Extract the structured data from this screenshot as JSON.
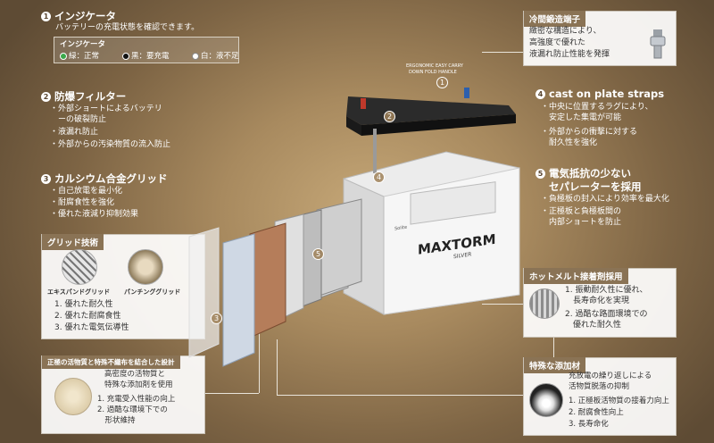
{
  "sections": {
    "s1": {
      "num": "1",
      "title": "インジケータ",
      "desc": "バッテリーの充電状態を確認できます。"
    },
    "s2": {
      "num": "2",
      "title": "防爆フィルター",
      "lines": [
        "・外部ショートによるバッテリ",
        "　ーの破裂防止",
        "・液漏れ防止",
        "・外部からの汚染物質の流入防止"
      ]
    },
    "s3": {
      "num": "3",
      "title": "カルシウム合金グリッド",
      "lines": [
        "・自己放電を最小化",
        "・耐腐食性を強化",
        "・優れた液減り抑制効果"
      ]
    },
    "s4": {
      "num": "4",
      "title": "cast on plate straps",
      "lines": [
        "・中央に位置するラグにより、",
        "　安定した集電が可能",
        "・外部からの衝撃に対する",
        "　耐久性を強化"
      ]
    },
    "s5": {
      "num": "5",
      "title_lines": [
        "電気抵抗の少ない",
        "セパレーターを採用"
      ],
      "lines": [
        "・負極板の封入により効率を最大化",
        "・正極板と負極板間の",
        "　内部ショートを防止"
      ]
    }
  },
  "indicator_legend": {
    "title": "インジケータ",
    "items": [
      {
        "label": "緑：正常",
        "color": "#3aa84a"
      },
      {
        "label": "黒：要充電",
        "color": "#111111"
      },
      {
        "label": "白：液不足",
        "color": "#ffffff"
      }
    ]
  },
  "boxes": {
    "forged": {
      "title": "冷間鍛造端子",
      "lines": [
        "緻密な構造により、",
        "高強度で優れた",
        "液漏れ防止性能を発揮"
      ]
    },
    "grid": {
      "title": "グリッド技術",
      "img1_label": "エキスパンドグリッド",
      "img2_label": "パンチンググリッド",
      "lines": [
        "1. 優れた耐久性",
        "2. 優れた耐腐食性",
        "3. 優れた電気伝導性"
      ]
    },
    "paste": {
      "title": "正極の活物質と特殊不織布を結合した設計",
      "lines": [
        "高密度の活物質と",
        "特殊な添加剤を使用",
        "1. 充電受入性能の向上",
        "2. 過酷な環境下での",
        "　形状維持"
      ]
    },
    "hotmelt": {
      "title": "ホットメルト接着剤採用",
      "lines": [
        "1. 振動耐久性に優れ、",
        "　長寿命化を実現",
        "2. 過酷な路面環境での",
        "　優れた耐久性"
      ]
    },
    "additive": {
      "title": "特殊な添加材",
      "lines": [
        "充放電の繰り返しによる",
        "活物質脱落の抑制",
        "1. 正極板活物質の接着力向上",
        "2. 耐腐食性向上",
        "3. 長寿命化"
      ]
    }
  },
  "battery": {
    "handle_label_lines": [
      "ERGONOMIC EASY CARRY",
      "DOWN FOLD HANDLE"
    ],
    "brand": "MAXTORM",
    "brand_sub": "SILVER",
    "small_brand": "Solite"
  },
  "markers": [
    "1",
    "2",
    "3",
    "4",
    "5"
  ]
}
